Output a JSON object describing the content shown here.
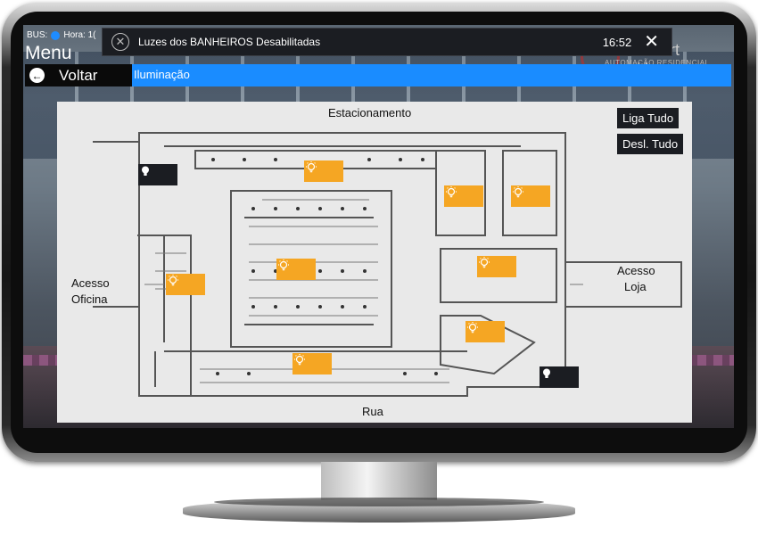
{
  "status": {
    "bus_label": "BUS:",
    "hora_label": "Hora: 1("
  },
  "menu": {
    "title": "Menu"
  },
  "notification": {
    "close_glyph": "✕",
    "text": "Luzes dos BANHEIROS Desabilitadas",
    "time": "16:52",
    "dismiss_glyph": "✕"
  },
  "nav": {
    "back_label": "Voltar",
    "back_glyph": "←",
    "section_title": "Iluminação"
  },
  "brand": {
    "name": "Smart Homes",
    "tagline": "AUTOMAÇÃO RESIDENCIAL"
  },
  "floorplan": {
    "labels": {
      "top": "Estacionamento",
      "bottom": "Rua",
      "left_line1": "Acesso",
      "left_line2": "Oficina",
      "right_line1": "Acesso",
      "right_line2": "Loja"
    },
    "buttons": {
      "all_on": "Liga Tudo",
      "all_off": "Desl. Tudo"
    },
    "lamps": [
      {
        "id": "lamp-1",
        "state": "on"
      },
      {
        "id": "lamp-2",
        "state": "on"
      },
      {
        "id": "lamp-3",
        "state": "on"
      },
      {
        "id": "lamp-4",
        "state": "on"
      },
      {
        "id": "lamp-5",
        "state": "on"
      },
      {
        "id": "lamp-6",
        "state": "on"
      },
      {
        "id": "lamp-7",
        "state": "on"
      },
      {
        "id": "lamp-8",
        "state": "on"
      },
      {
        "id": "lamp-9",
        "state": "off"
      },
      {
        "id": "lamp-10",
        "state": "off"
      }
    ]
  },
  "colors": {
    "accent": "#1a8cff",
    "lamp_on": "#f5a623",
    "lamp_off": "#1b1d22"
  }
}
